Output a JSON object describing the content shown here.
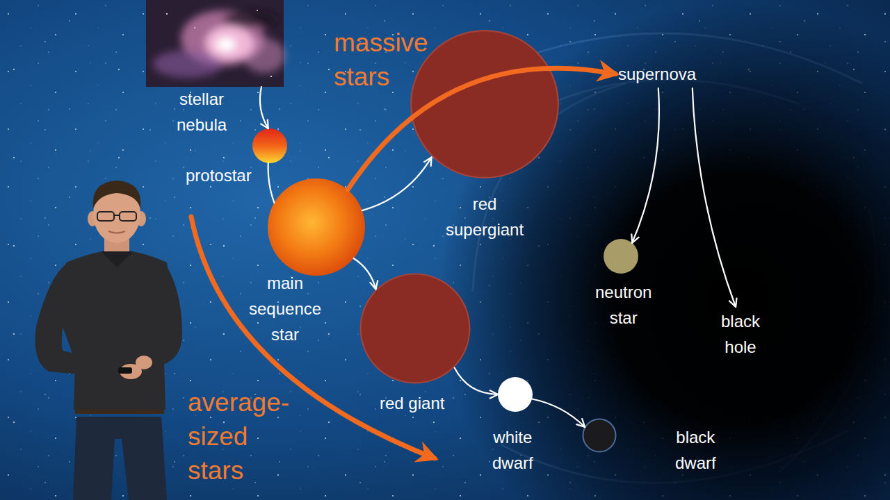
{
  "diagram": {
    "nodes": [
      {
        "text": [
          "stellar nebula"
        ]
      },
      {
        "text": [
          "protostar"
        ]
      },
      {
        "text": [
          "main sequence star"
        ]
      },
      {
        "text": [
          "red supergiant"
        ]
      },
      {
        "text": [
          "red giant"
        ]
      },
      {
        "text": [
          "supernova"
        ]
      },
      {
        "text": [
          "neutron star"
        ]
      },
      {
        "text": [
          "black hole"
        ]
      },
      {
        "text": [
          "white dwarf"
        ]
      },
      {
        "text": [
          "black dwarf"
        ]
      }
    ],
    "edges": [
      {
        "from": 0,
        "to": 1,
        "arrow": "to"
      },
      {
        "from": 1,
        "to": 2,
        "arrow": "none"
      },
      {
        "from": 2,
        "to": 3,
        "arrow": "to"
      },
      {
        "from": 2,
        "to": 4,
        "arrow": "to"
      },
      {
        "from": 4,
        "to": 8,
        "arrow": "to"
      },
      {
        "from": 8,
        "to": 9,
        "arrow": "to"
      },
      {
        "from": 5,
        "to": 6,
        "arrow": "to"
      },
      {
        "from": 5,
        "to": 7,
        "arrow": "to"
      },
      {
        "from": 2,
        "to": 5,
        "arrow": "to"
      }
    ],
    "labels": [
      "massive stars",
      "average-sized stars"
    ]
  }
}
